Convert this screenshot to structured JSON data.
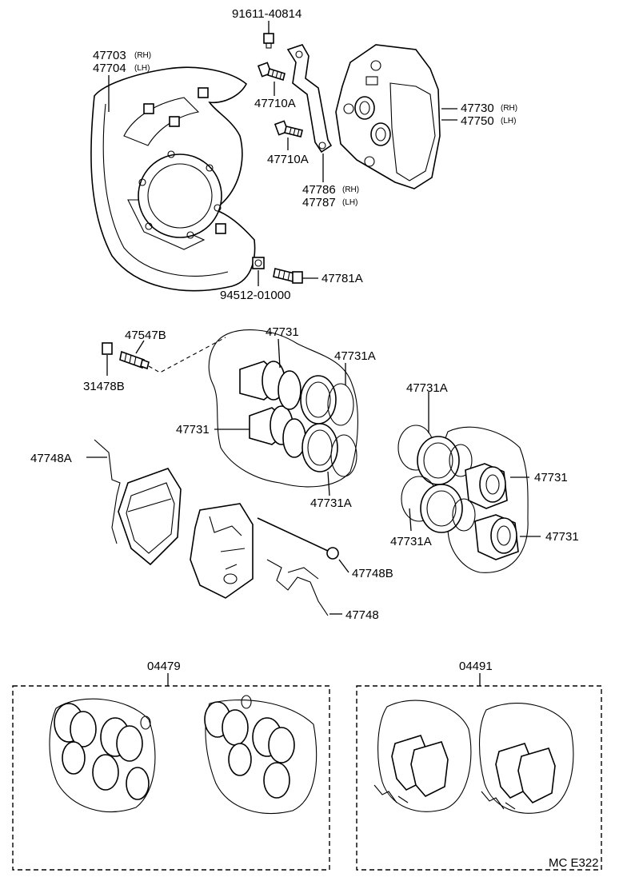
{
  "labels": {
    "p91611": "91611-40814",
    "p47703": "47703",
    "p47703_side": "(RH)",
    "p47704": "47704",
    "p47704_side": "(LH)",
    "p47710a_1": "47710A",
    "p47710a_2": "47710A",
    "p47730": "47730",
    "p47730_side": "(RH)",
    "p47750": "47750",
    "p47750_side": "(LH)",
    "p47786": "47786",
    "p47786_side": "(RH)",
    "p47787": "47787",
    "p47787_side": "(LH)",
    "p47781a": "47781A",
    "p94512": "94512-01000",
    "p47547b": "47547B",
    "p31478b": "31478B",
    "p47731_top": "47731",
    "p47731a_top": "47731A",
    "p47731_left": "47731",
    "p47731a_mid": "47731A",
    "p47731a_right": "47731A",
    "p47731_r1": "47731",
    "p47731_r2": "47731",
    "p47731a_br": "47731A",
    "p47748a": "47748A",
    "p47748b": "47748B",
    "p47748": "47748",
    "kit1": "04479",
    "kit2": "04491",
    "footer": "MC  E322"
  }
}
